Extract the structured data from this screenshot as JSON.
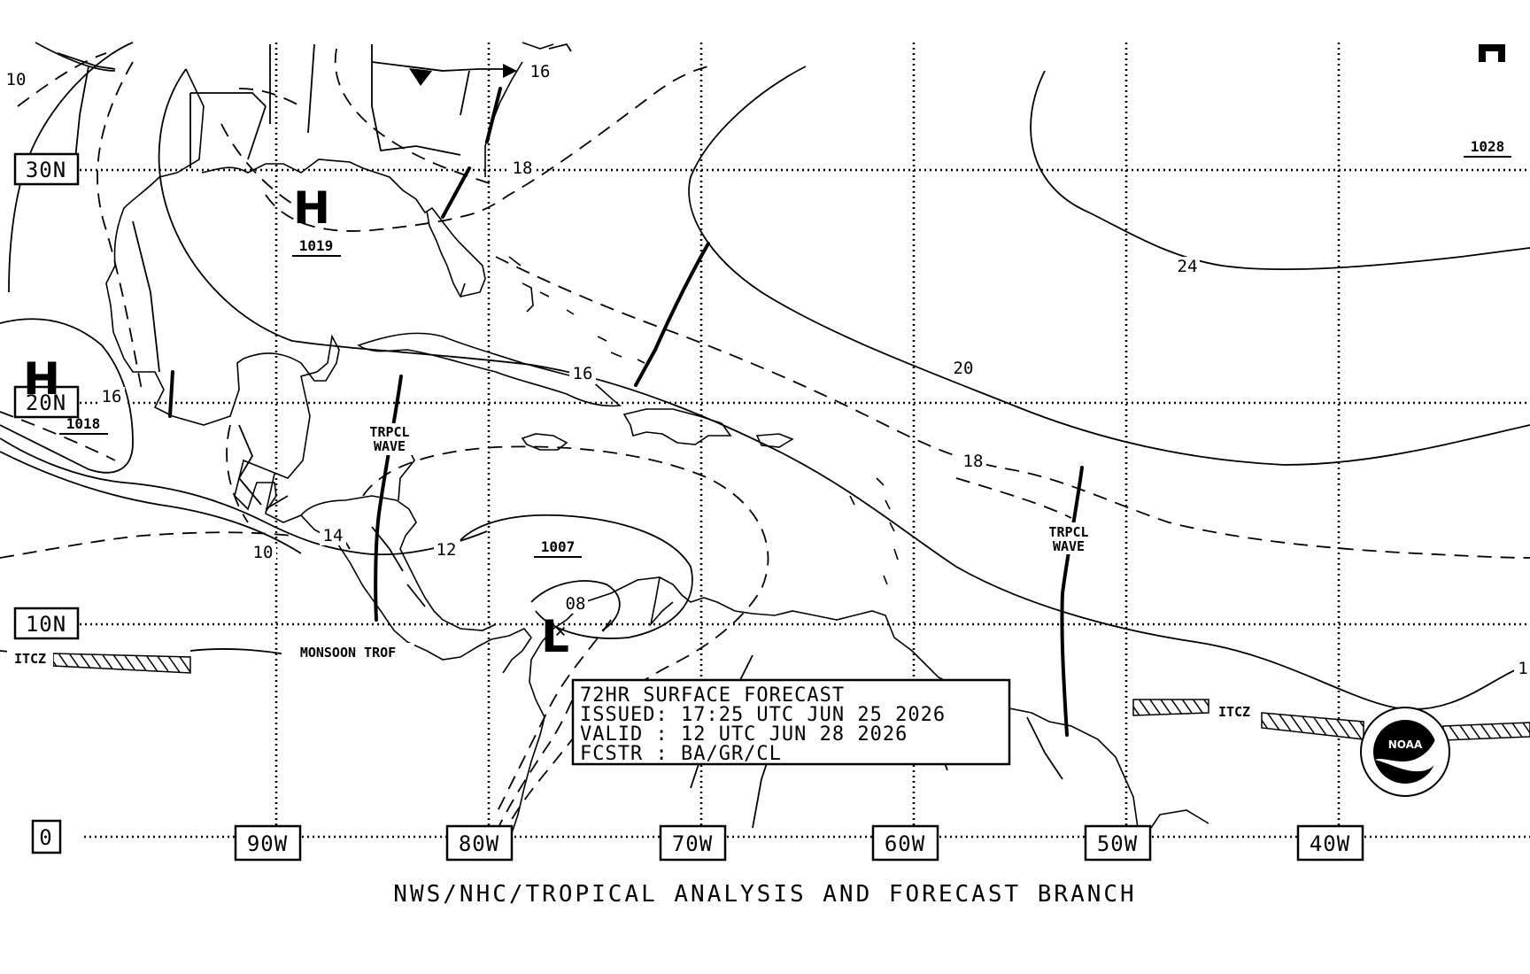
{
  "map": {
    "latitude_labels": [
      "30N",
      "20N",
      "10N",
      "0"
    ],
    "longitude_labels": [
      "90W",
      "80W",
      "70W",
      "60W",
      "50W",
      "40W"
    ],
    "highs": [
      {
        "letter": "H",
        "pressure": "1019"
      },
      {
        "letter": "H",
        "pressure": "1018"
      }
    ],
    "high_pressure_east": "1028",
    "low": {
      "letter": "L",
      "pressure": "1007"
    },
    "isobar_labels": [
      "10",
      "16",
      "18",
      "24",
      "20",
      "16",
      "18",
      "16",
      "14",
      "10",
      "12",
      "08",
      "1"
    ],
    "tropical_waves": [
      {
        "line1": "TRPCL",
        "line2": "WAVE"
      },
      {
        "line1": "TRPCL",
        "line2": "WAVE"
      }
    ],
    "monsoon_trof": "MONSOON TROF",
    "itcz_labels": [
      "ITCZ",
      "ITCZ"
    ],
    "logo_text": "NOAA"
  },
  "info_box": {
    "line1": "72HR SURFACE FORECAST",
    "line2": "ISSUED: 17:25 UTC JUN 25 2026",
    "line3": "VALID : 12 UTC JUN 28 2026",
    "line4": "FCSTR : BA/GR/CL"
  },
  "footer": {
    "text": "NWS/NHC/TROPICAL ANALYSIS AND FORECAST BRANCH"
  }
}
